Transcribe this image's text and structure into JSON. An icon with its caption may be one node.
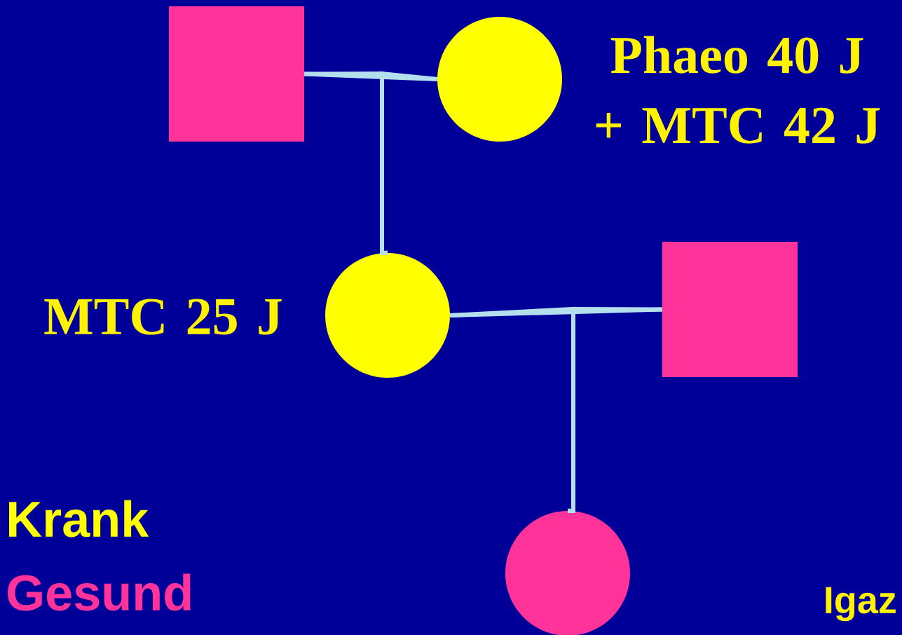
{
  "diagram": {
    "nodes": [
      {
        "text": [],
        "shape": "box"
      },
      {
        "text": [],
        "shape": "circle",
        "beside": [
          "Phaeo 40 J + MTC 42 J"
        ]
      },
      {
        "text": [],
        "shape": "circle",
        "beside": [
          "MTC 25 J"
        ]
      },
      {
        "text": [],
        "shape": "box"
      },
      {
        "text": [],
        "shape": "circle"
      }
    ],
    "edges": [
      {
        "from": 0,
        "to": 1,
        "arrow": "none"
      },
      {
        "from": 0,
        "to": 2,
        "arrow": "none"
      },
      {
        "from": 1,
        "to": 2,
        "arrow": "none"
      },
      {
        "from": 2,
        "to": 3,
        "arrow": "none"
      },
      {
        "from": 2,
        "to": 4,
        "arrow": "none"
      },
      {
        "from": 3,
        "to": 4,
        "arrow": "none"
      }
    ],
    "labels": [
      "Igaz"
    ],
    "legend": [
      {
        "text": "Krank",
        "color": "#ffff00"
      },
      {
        "text": "Gesund",
        "color": "#ff3399"
      }
    ]
  }
}
